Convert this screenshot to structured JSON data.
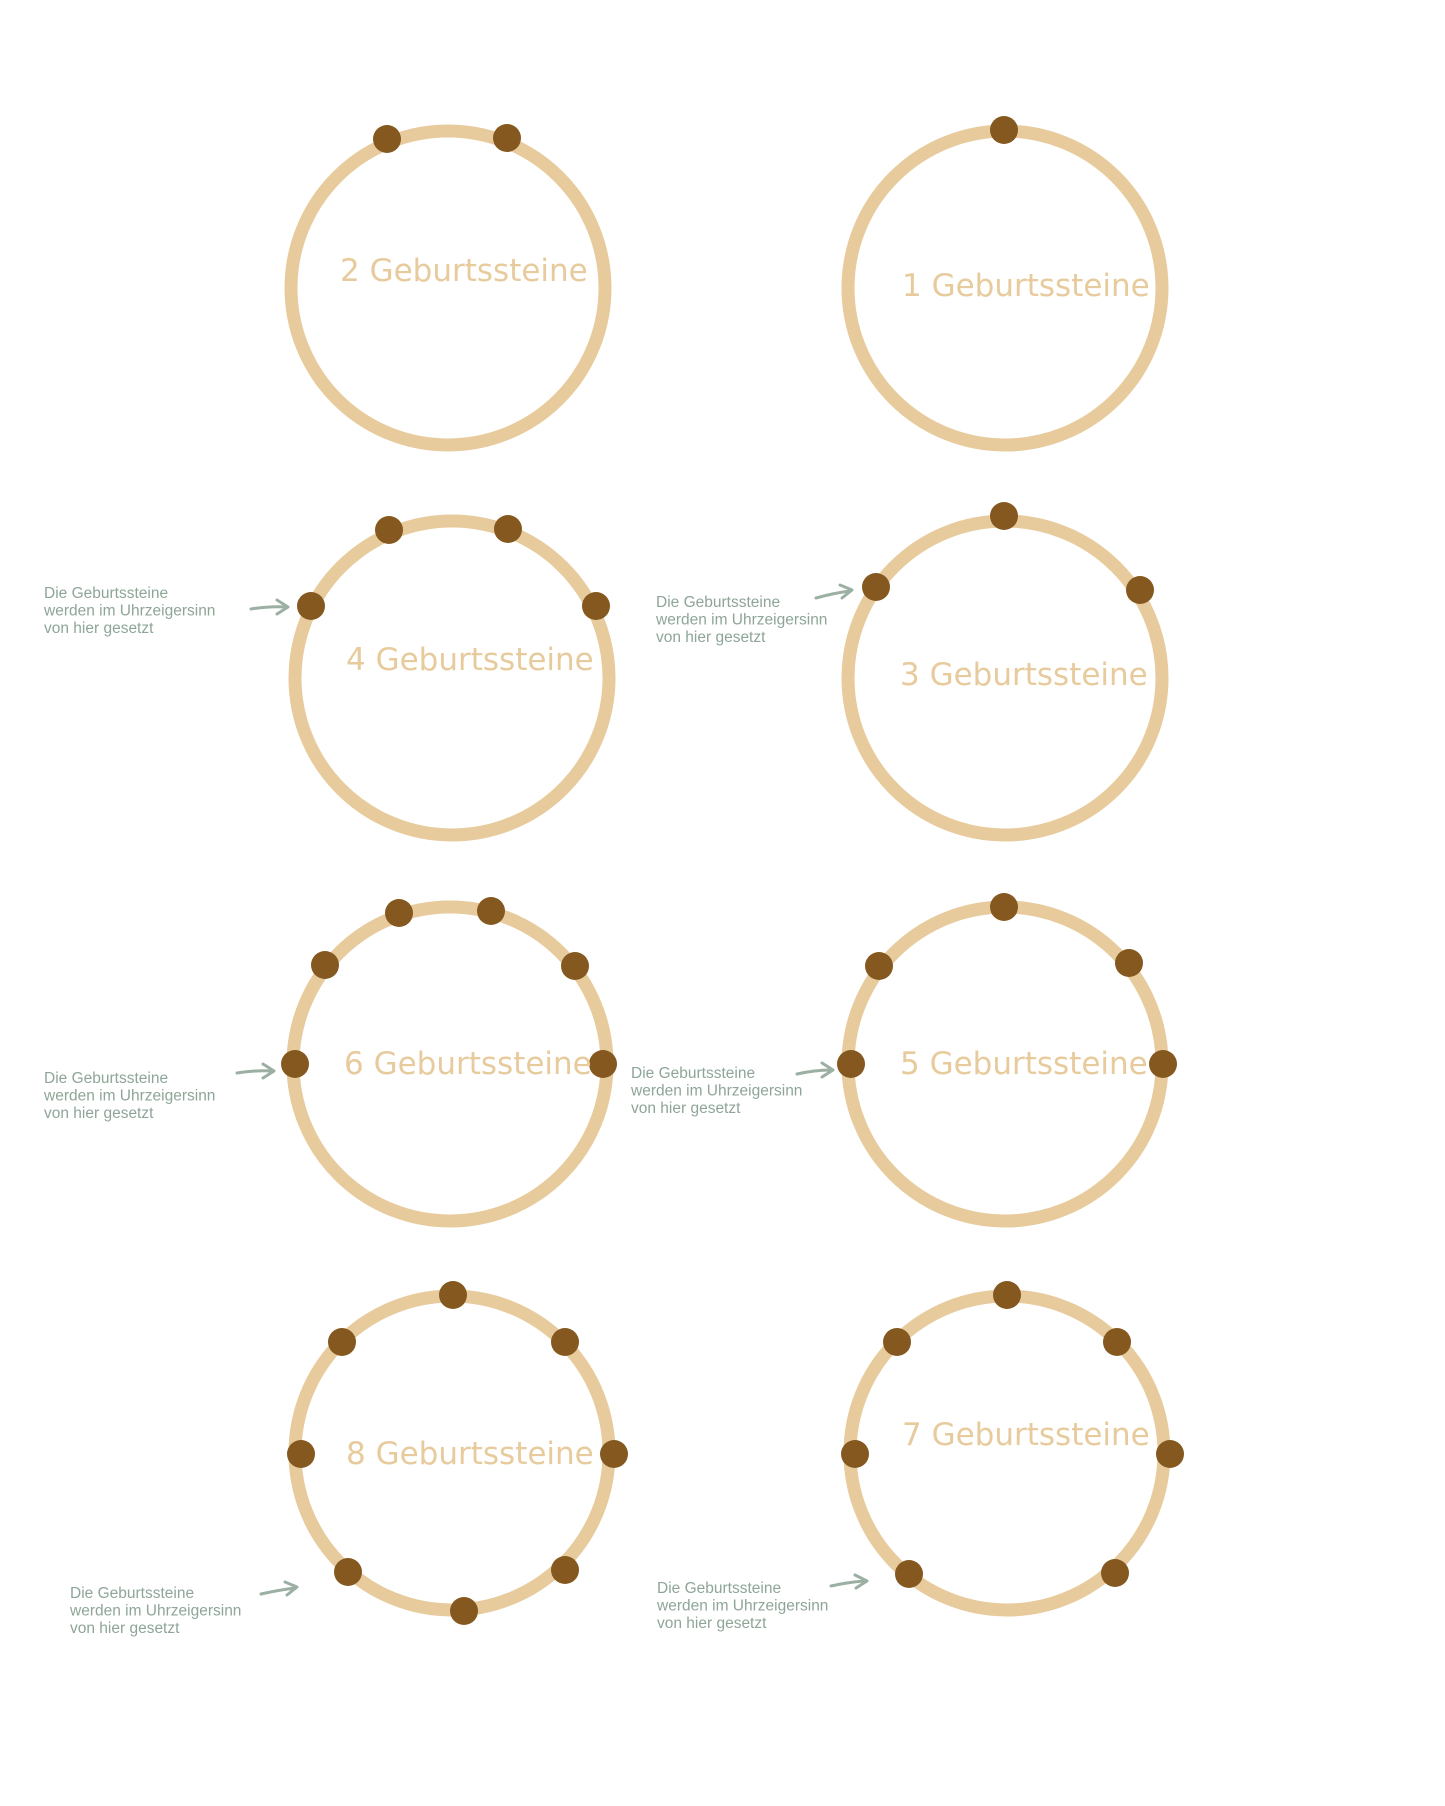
{
  "rings": [
    {
      "label": "2 Geburtssteine",
      "count": 2
    },
    {
      "label": "1 Geburtssteine",
      "count": 1
    },
    {
      "label": "4 Geburtssteine",
      "count": 4
    },
    {
      "label": "3 Geburtssteine",
      "count": 3
    },
    {
      "label": "6 Geburtssteine",
      "count": 6
    },
    {
      "label": "5 Geburtssteine",
      "count": 5
    },
    {
      "label": "8 Geburtssteine",
      "count": 8
    },
    {
      "label": "7 Geburtssteine",
      "count": 7
    }
  ],
  "start_note": {
    "line1": "Die Geburtssteine",
    "line2": "werden im Uhrzeigersinn",
    "line3": "von hier gesetzt"
  },
  "colors": {
    "ring": "#e7cb9d",
    "stone": "#84581f",
    "note": "#8ea597"
  }
}
